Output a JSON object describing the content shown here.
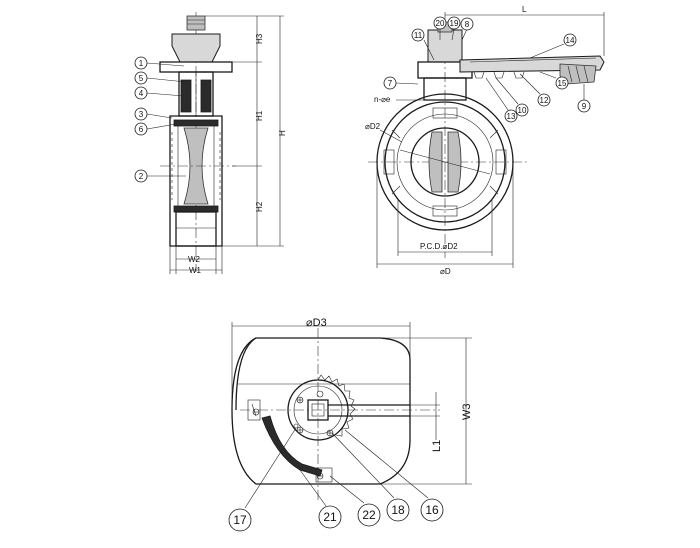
{
  "side_view": {
    "dimensions": {
      "h3": "H3",
      "h1": "H1",
      "h": "H",
      "h2": "H2",
      "w2": "W2",
      "w1": "W1"
    },
    "balloons": [
      "1",
      "5",
      "4",
      "3",
      "6",
      "2"
    ]
  },
  "front_view": {
    "dimensions": {
      "l": "L",
      "n_phi_e": "n-⌀e",
      "phi_d2": "⌀D2",
      "pcd": "P.C.D.⌀D2",
      "phi_d": "⌀D"
    },
    "balloons": [
      "20",
      "19",
      "8",
      "11",
      "14",
      "7",
      "15",
      "12",
      "9",
      "13",
      "10"
    ]
  },
  "actuator_view": {
    "dimensions": {
      "phi_d3": "⌀D3",
      "w3": "W3",
      "l1": "L1"
    },
    "balloons": [
      "17",
      "21",
      "22",
      "18",
      "16"
    ]
  }
}
